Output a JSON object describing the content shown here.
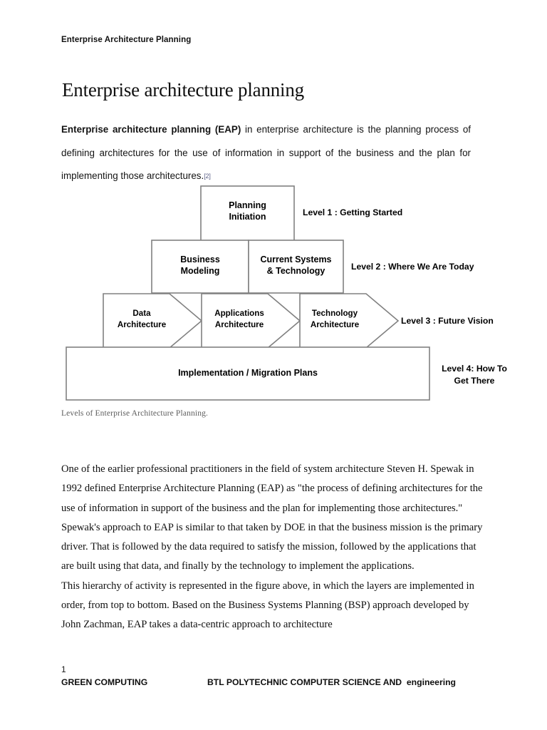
{
  "header": {
    "running_title": "Enterprise Architecture Planning"
  },
  "title": "Enterprise architecture planning",
  "lead_paragraph": {
    "bold_lead": "Enterprise architecture planning (EAP)",
    "rest": " in enterprise architecture is the planning process of defining architectures for the use of information in support of the business and the plan for implementing those architectures.",
    "citation": "[2]"
  },
  "figure": {
    "caption": "Levels of Enterprise Architecture Planning.",
    "levels": [
      {
        "id": "level-1",
        "label": "Level 1 : Getting Started",
        "boxes": [
          {
            "id": "planning-initiation",
            "lines": [
              "Planning",
              "Initiation"
            ]
          }
        ]
      },
      {
        "id": "level-2",
        "label": "Level 2 : Where We Are Today",
        "boxes": [
          {
            "id": "business-modeling",
            "lines": [
              "Business",
              "Modeling"
            ]
          },
          {
            "id": "current-systems-technology",
            "lines": [
              "Current Systems",
              "& Technology"
            ]
          }
        ]
      },
      {
        "id": "level-3",
        "label": "Level 3 : Future Vision",
        "boxes": [
          {
            "id": "data-architecture",
            "lines": [
              "Data",
              "Architecture"
            ]
          },
          {
            "id": "applications-architecture",
            "lines": [
              "Applications",
              "Architecture"
            ]
          },
          {
            "id": "technology-architecture",
            "lines": [
              "Technology",
              "Architecture"
            ]
          }
        ]
      },
      {
        "id": "level-4",
        "label_lines": [
          "Level 4: How To",
          "Get There"
        ],
        "boxes": [
          {
            "id": "implementation-migration-plans",
            "lines": [
              "Implementation / Migration Plans"
            ]
          }
        ]
      }
    ],
    "colors": {
      "box_stroke": "#808080",
      "box_fill": "#ffffff",
      "text": "#000000"
    }
  },
  "body": {
    "paragraph_1": "One of the earlier professional practitioners in the field of system architecture Steven H. Spewak in 1992 defined Enterprise Architecture Planning (EAP) as \"the process of defining architectures for the use of information in support of the business and the plan for implementing those architectures.\" Spewak's approach to EAP is similar to that taken by DOE in that the business mission is the primary driver. That is followed by the data required to satisfy the mission, followed by the applications that are built using that data, and finally by the technology to implement the applications.",
    "paragraph_2": "This hierarchy of activity is represented in the figure above, in which the layers are implemented in order, from top to bottom. Based on the Business Systems Planning (BSP) approach developed by John Zachman, EAP takes a data-centric approach to architecture"
  },
  "footer": {
    "page_number": "1",
    "left_text": "GREEN COMPUTING",
    "right_text": "BTL POLYTECHNIC COMPUTER SCIENCE AND",
    "right_text_tail": "  engineering"
  }
}
